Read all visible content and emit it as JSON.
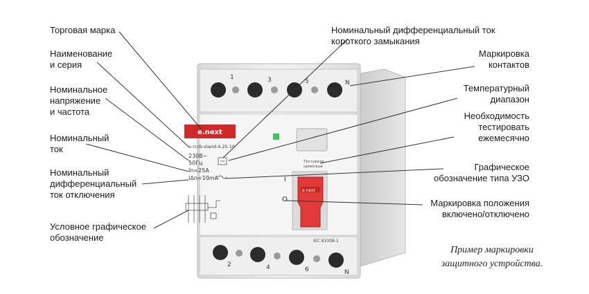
{
  "device": {
    "terminals_top": [
      "1",
      "3",
      "5",
      "N"
    ],
    "terminals_bottom": [
      "2",
      "4",
      "6",
      "N"
    ],
    "brand_plate": "e.next",
    "model_line": "e.rccb.stand.4.25.10",
    "specs": [
      "230В~",
      "50Гц",
      "In=25A",
      "IΔn=10mA"
    ],
    "test_label": [
      "Тестувати",
      "щомісяця"
    ],
    "standard": "IEC 61008-1",
    "handle_brand": "e.next",
    "state_marks": [
      "I",
      "O"
    ],
    "colors": {
      "body": "#e9e9e9",
      "plate": "#cf2a2a",
      "handle": "#e23a3a",
      "test_button": "#e2e2e2"
    }
  },
  "labels": {
    "brand_mark": "Торговая марка",
    "name_series": [
      "Наименование",
      "и серия"
    ],
    "rated_voltage_freq": [
      "Номинальное",
      "напряжение",
      "и частота"
    ],
    "rated_current": [
      "Номинальный",
      "ток"
    ],
    "rated_diff_trip": [
      "Номинальный",
      "дифференциальный",
      "ток отключения"
    ],
    "symbol": [
      "Условное графическое",
      "обозначение"
    ],
    "rated_diff_short": [
      "Номинальный дифференциальный  ток",
      "короткого замыкания"
    ],
    "contact_marking": [
      "Маркировка",
      "контактов"
    ],
    "temp_range": [
      "Температурный",
      "диапазон"
    ],
    "test_monthly": [
      "Необходимость",
      "тестировать",
      "ежемесячно"
    ],
    "rcd_type_symbol": [
      "Графическое",
      "обозначение типа УЗО"
    ],
    "position_marking": [
      "Маркировка положения",
      "включено/отключено"
    ]
  },
  "caption": [
    "Пример маркировки",
    "защитного устройства."
  ]
}
